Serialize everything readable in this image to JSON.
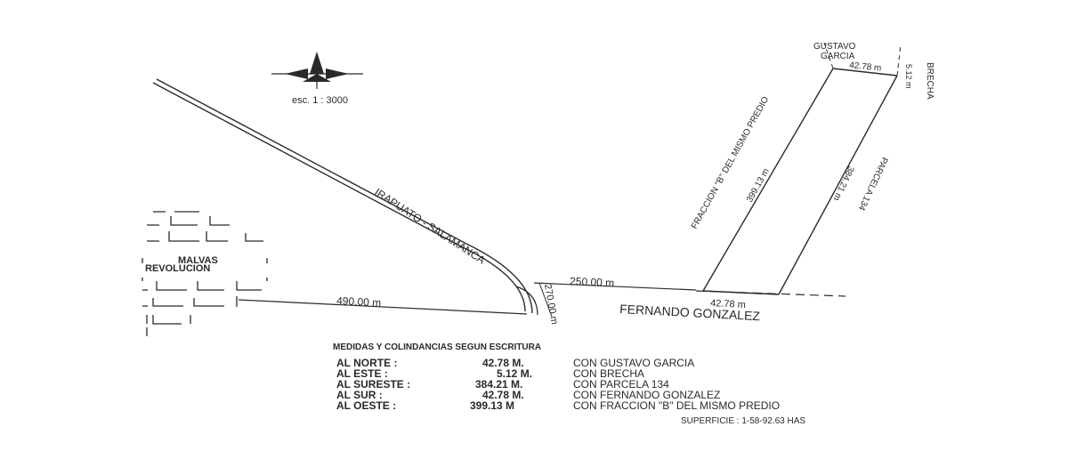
{
  "scale_label": "esc. 1 : 3000",
  "road_label": "IRAPUATO - SALAMANCA",
  "neighborhood_label": [
    "MALVAS",
    "REVOLUCION"
  ],
  "dims": {
    "d490": "490.00 m",
    "d250": "250.00 m",
    "d270": "270.00 m",
    "d42_bottom": "42.78 m",
    "d42_top": "42.78 m",
    "d512": "5.12 m",
    "d399": "399.13 m",
    "d384": "384.21 m"
  },
  "neighbors": {
    "north": [
      "GUSTAVO",
      "GARCIA"
    ],
    "east": "BRECHA",
    "south": "FERNANDO GONZALEZ",
    "west_strip": "FRACCION \"B\" DEL MISMO PREDIO",
    "southeast": "PARCELA 134"
  },
  "legend": {
    "title": "MEDIDAS Y COLINDANCIAS   SEGUN ESCRITURA",
    "rows": [
      {
        "dir": "AL NORTE :",
        "val": "42.78 M.",
        "desc": "CON GUSTAVO GARCIA"
      },
      {
        "dir": "AL ESTE :",
        "val": "5.12 M.",
        "desc": "CON BRECHA"
      },
      {
        "dir": "AL SURESTE :",
        "val": "384.21 M.",
        "desc": "CON PARCELA 134"
      },
      {
        "dir": "AL SUR :",
        "val": "42.78 M.",
        "desc": "CON FERNANDO GONZALEZ"
      },
      {
        "dir": "AL OESTE :",
        "val": "399.13 M",
        "desc": "CON FRACCION \"B\" DEL MISMO PREDIO"
      }
    ]
  },
  "area_label": "SUPERFICIE : 1-58-92.63 HAS"
}
